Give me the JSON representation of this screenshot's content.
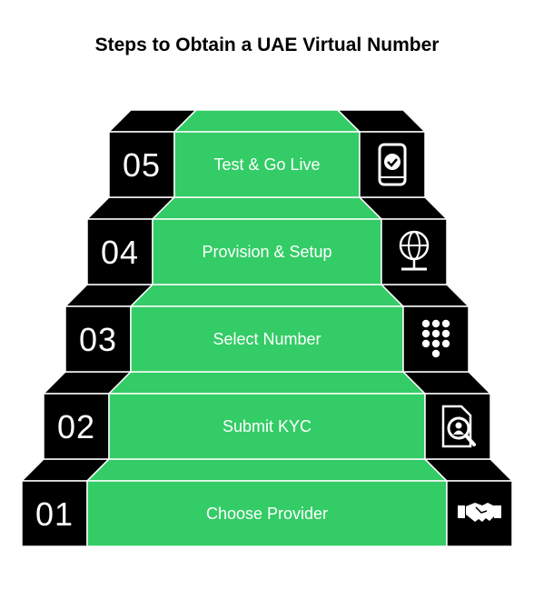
{
  "title": "Steps to Obtain a UAE Virtual Number",
  "colors": {
    "green": "#33cc66",
    "black": "#000000",
    "white": "#ffffff"
  },
  "steps": [
    {
      "number": "05",
      "label": "Test & Go Live",
      "icon": "phone-check-icon"
    },
    {
      "number": "04",
      "label": "Provision & Setup",
      "icon": "globe-stand-icon"
    },
    {
      "number": "03",
      "label": "Select Number",
      "icon": "keypad-icon"
    },
    {
      "number": "02",
      "label": "Submit KYC",
      "icon": "document-search-icon"
    },
    {
      "number": "01",
      "label": "Choose Provider",
      "icon": "handshake-icon"
    }
  ]
}
